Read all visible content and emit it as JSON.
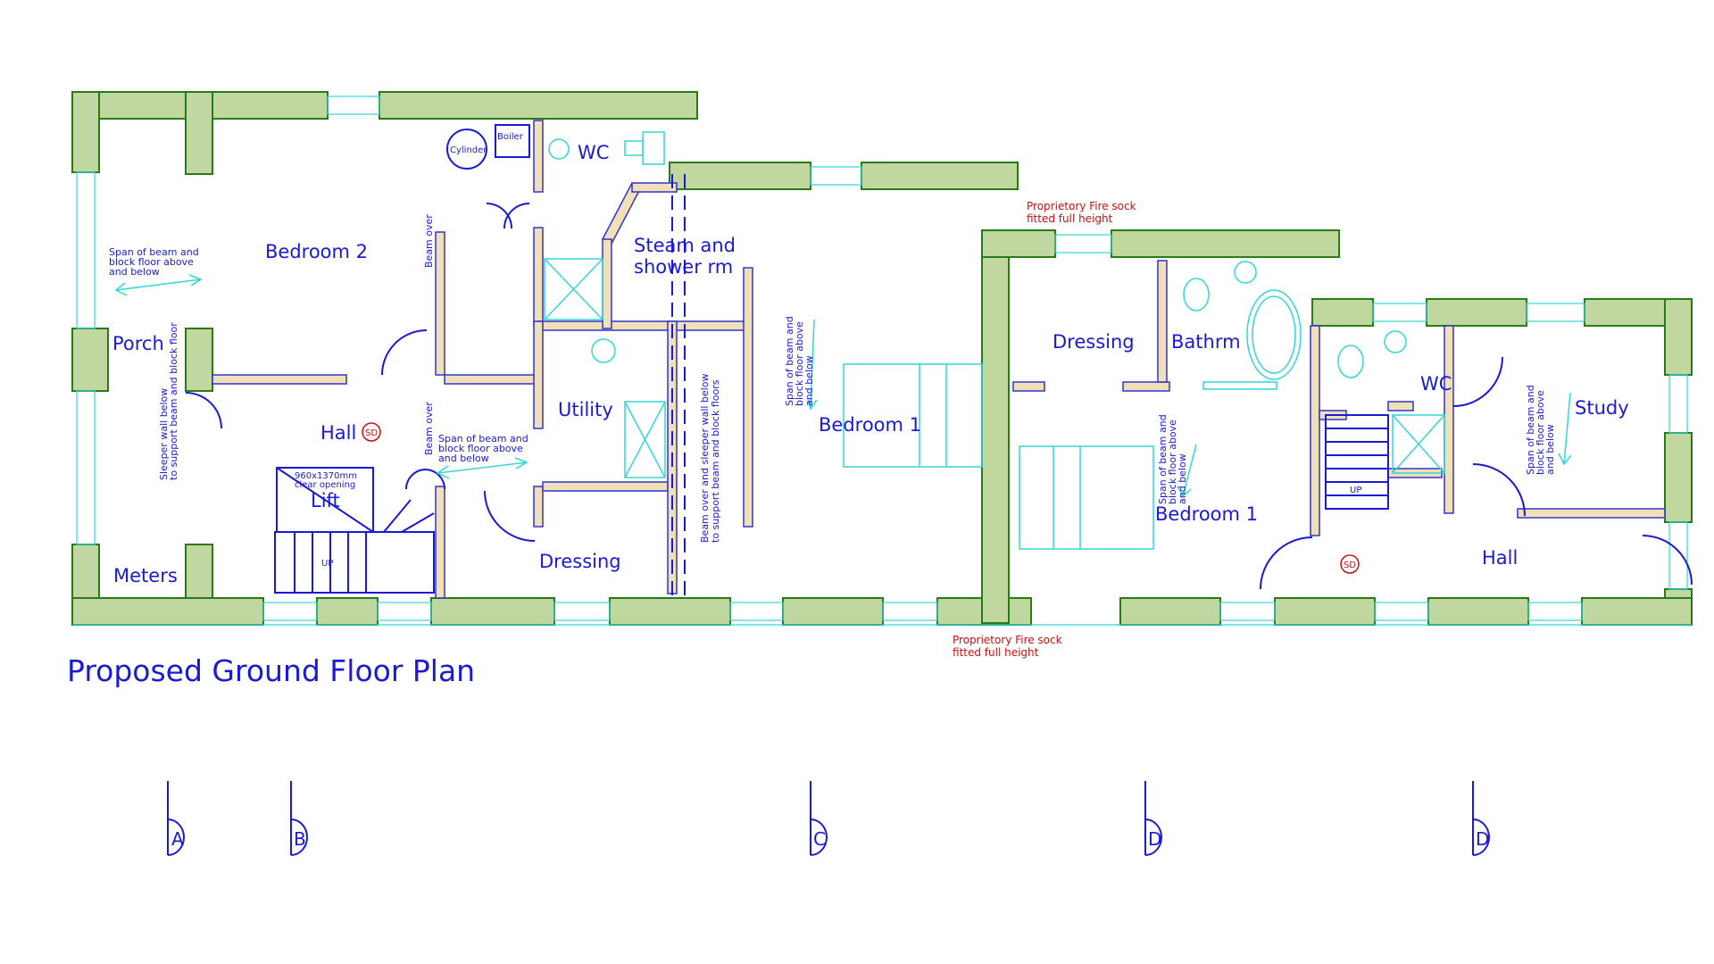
{
  "title": "Proposed Ground Floor Plan",
  "rooms": {
    "bedroom2": "Bedroom 2",
    "porch": "Porch",
    "meters": "Meters",
    "hall_left": "Hall",
    "lift": "Lift",
    "wc_top": "WC",
    "cylinder": "Cylinder",
    "boiler": "Boiler",
    "steam": "Steam and",
    "shower": "shower rm",
    "utility": "Utility",
    "dressing_left": "Dressing",
    "bedroom1_left": "Bedroom 1",
    "dressing_right": "Dressing",
    "bathrm": "Bathrm",
    "bedroom1_right": "Bedroom 1",
    "wc_right": "WC",
    "study": "Study",
    "hall_right": "Hall"
  },
  "markers": {
    "smoke_left": "SD",
    "smoke_right": "SD",
    "up_left": "UP",
    "up_right": "UP"
  },
  "notes": {
    "span1_l1": "Span of beam and",
    "span1_l2": "block floor above",
    "span1_l3": "and below",
    "sleeper_l1": "Sleeper wall below",
    "sleeper_l2": "to support beam and block floor",
    "beam_over_1": "Beam over",
    "beam_over_2": "Beam over",
    "span2_l1": "Span of beam and",
    "span2_l2": "block floor above",
    "span2_l3": "and below",
    "lift_l1": "960x1370mm",
    "lift_l2": "clear opening",
    "sleeper2_l1": "Beam over and sleeper wall below",
    "sleeper2_l2": "to support beam and block floors",
    "span3_l1": "Span of beam and",
    "span3_l2": "block floor above",
    "span3_l3": "and below",
    "span4_l1": "Span of beam and",
    "span4_l2": "block floor above",
    "span4_l3": "and below",
    "span5_l1": "Span of beam and",
    "span5_l2": "block floor above",
    "span5_l3": "and below",
    "fire_top_l1": "Proprietory Fire sock",
    "fire_top_l2": "fitted  full  height",
    "fire_bot_l1": "Proprietory Fire sock",
    "fire_bot_l2": "fitted  full  height"
  },
  "grid_markers": [
    "A",
    "B",
    "C",
    "D",
    "D"
  ],
  "colors": {
    "text": "#1a1ad6",
    "external_wall": "#c0d8a0",
    "internal_wall": "#f0e0b8",
    "fixtures": "#33d6d6",
    "fire_note": "#cc1010"
  }
}
